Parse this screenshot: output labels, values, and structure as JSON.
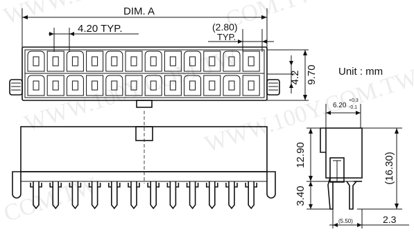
{
  "labels": {
    "dim_a": "DIM. A",
    "pitch": "4.20 TYP.",
    "edge_value": "(2.80)",
    "edge_typ": "TYP.",
    "row_pitch": "4.2",
    "height_top": "9.70",
    "unit": "Unit : mm",
    "width_main": "6.20",
    "width_tol_plus": "+0.3",
    "width_tol_minus": "-0.1",
    "height_side": "12.90",
    "pin_len": "3.40",
    "overall": "(16.30)",
    "foot_spacing": "(5.50)",
    "foot_offset": "2.3"
  },
  "watermark": {
    "text_a": "WWW.100Y.COM.TW",
    "text_b": "COM.TW",
    "color": "#c9c9c9"
  },
  "counts": {
    "top_row_cavities": 12,
    "bottom_pins": 12
  }
}
